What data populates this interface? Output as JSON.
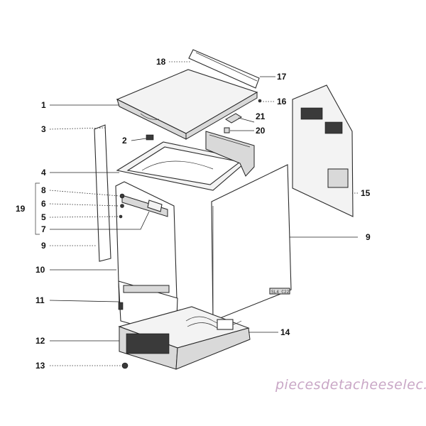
{
  "callouts": {
    "c1": "1",
    "c2": "2",
    "c3": "3",
    "c4": "4",
    "c5": "5",
    "c6": "6",
    "c7": "7",
    "c8": "8",
    "c9a": "9",
    "c9b": "9",
    "c10": "10",
    "c11": "11",
    "c12": "12",
    "c13": "13",
    "c14": "14",
    "c15": "15",
    "c16": "16",
    "c17": "17",
    "c18": "18",
    "c19": "19",
    "c20": "20",
    "c21": "21"
  },
  "panel_mark": "SL4 C22",
  "watermark": "piecesdetacheeselec.com"
}
